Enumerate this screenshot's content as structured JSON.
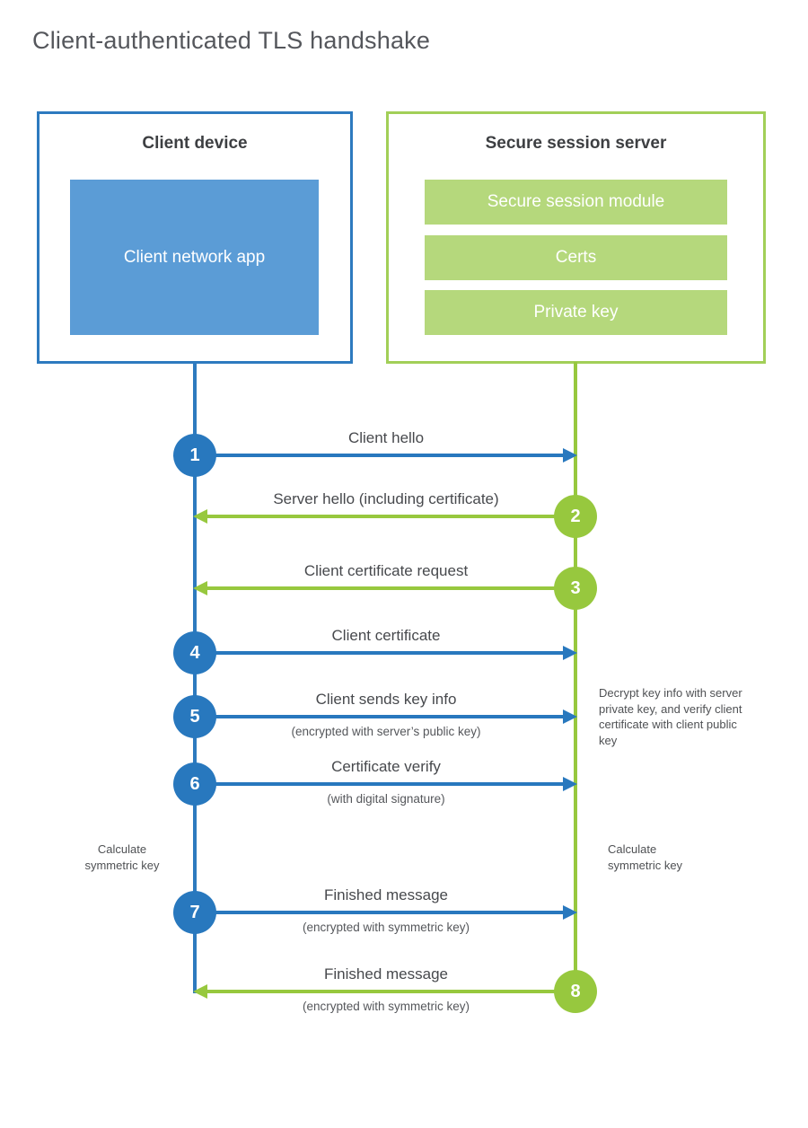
{
  "page": {
    "title": "Client-authenticated TLS handshake"
  },
  "client": {
    "title": "Client device",
    "app_label": "Client network app"
  },
  "server": {
    "title": "Secure session server",
    "modules": [
      "Secure session module",
      "Certs",
      "Private key"
    ]
  },
  "colors": {
    "blue_line": "#2878be",
    "blue_border": "#2d7abf",
    "blue_fill": "#5b9cd6",
    "green_line": "#97c83e",
    "green_border": "#a2cf58",
    "green_fill": "#b5d87c",
    "text_dark": "#3d3f42",
    "text_gray": "#55575c"
  },
  "messages": [
    {
      "number": "1",
      "label": "Client hello",
      "sublabel": "",
      "direction": "client-to-server"
    },
    {
      "number": "2",
      "label": "Server hello (including certificate)",
      "sublabel": "",
      "direction": "server-to-client"
    },
    {
      "number": "3",
      "label": "Client certificate request",
      "sublabel": "",
      "direction": "server-to-client"
    },
    {
      "number": "4",
      "label": "Client certificate",
      "sublabel": "",
      "direction": "client-to-server"
    },
    {
      "number": "5",
      "label": "Client sends key info",
      "sublabel": "(encrypted with server’s public key)",
      "direction": "client-to-server"
    },
    {
      "number": "6",
      "label": "Certificate verify",
      "sublabel": "(with digital signature)",
      "direction": "client-to-server"
    },
    {
      "number": "7",
      "label": "Finished message",
      "sublabel": "(encrypted with symmetric key)",
      "direction": "client-to-server"
    },
    {
      "number": "8",
      "label": "Finished message",
      "sublabel": "(encrypted with symmetric key)",
      "direction": "server-to-client"
    }
  ],
  "notes": {
    "decrypt": "Decrypt key info with server private key, and verify client certificate with client public key",
    "calculate_left": "Calculate symmetric key",
    "calculate_right": "Calculate symmetric key"
  }
}
